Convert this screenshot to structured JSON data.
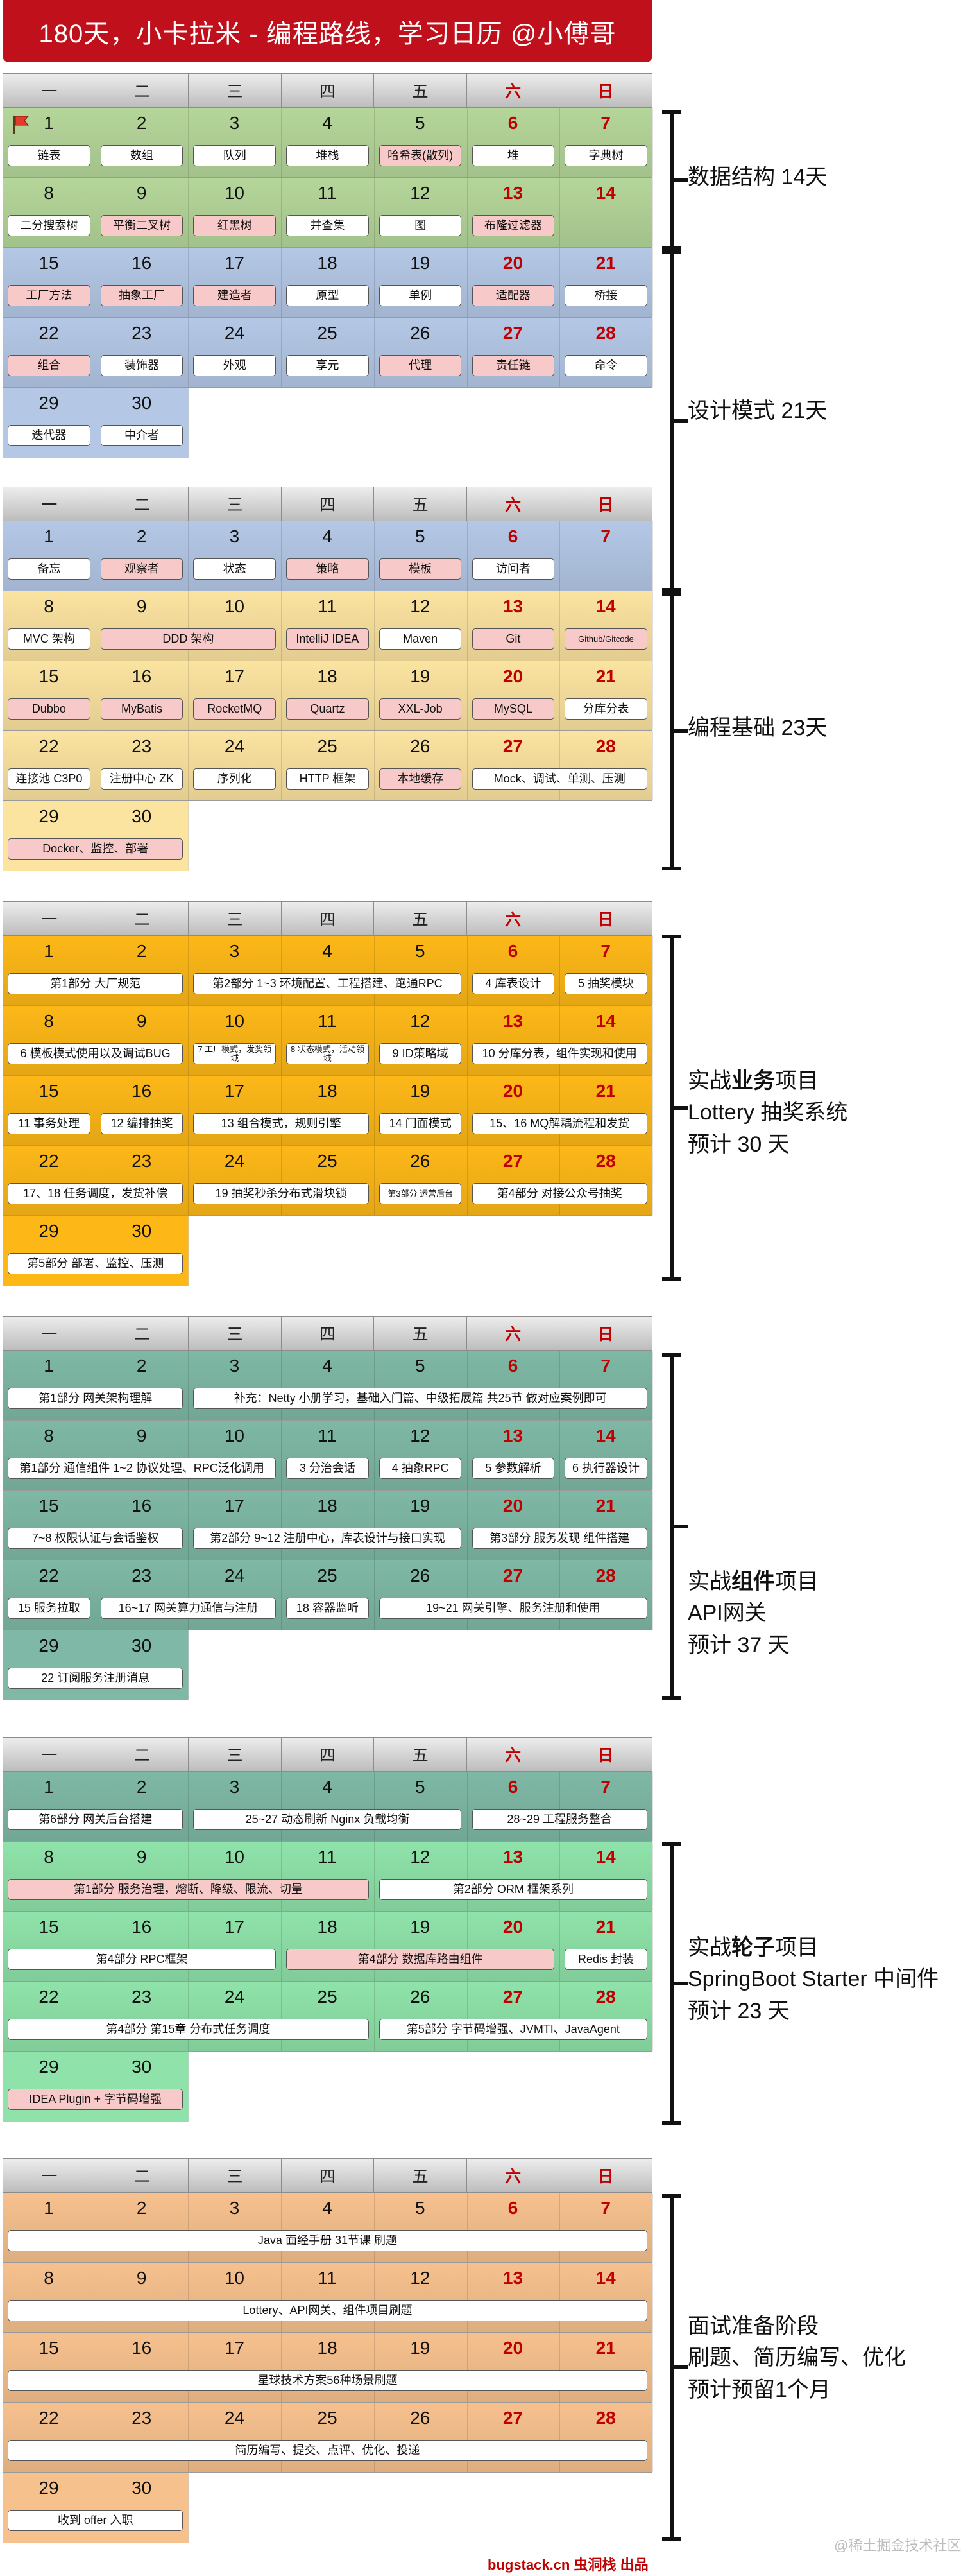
{
  "title": "180天，小卡拉米 - 编程路线，学习日历 @小傅哥",
  "weekdays": [
    "一",
    "二",
    "三",
    "四",
    "五",
    "六",
    "日"
  ],
  "phases": [
    {
      "label_lines": [
        "数据结构 14天"
      ]
    },
    {
      "label_lines": [
        "设计模式 21天"
      ]
    },
    {
      "label_lines": [
        "编程基础 23天"
      ]
    },
    {
      "label_lines": [
        "实战业务项目",
        "Lottery 抽奖系统",
        "预计 30 天"
      ],
      "bold": "业务"
    },
    {
      "label_lines": [
        "实战组件项目",
        "API网关",
        "预计 37 天"
      ],
      "bold": "组件"
    },
    {
      "label_lines": [
        "实战轮子项目",
        "SpringBoot Starter 中间件",
        "预计 23 天"
      ],
      "bold": "轮子"
    },
    {
      "label_lines": [
        "面试准备阶段",
        "刷题、简历编写、优化",
        "预计预留1个月"
      ]
    }
  ],
  "tasks": {
    "ds": [
      "链表",
      "数组",
      "队列",
      "堆栈",
      "哈希表(散列)",
      "堆",
      "字典树",
      "二分搜索树",
      "平衡二叉树",
      "红黑树",
      "并查集",
      "图",
      "布隆过滤器"
    ],
    "dp": [
      "工厂方法",
      "抽象工厂",
      "建造者",
      "原型",
      "单例",
      "适配器",
      "桥接",
      "组合",
      "装饰器",
      "外观",
      "享元",
      "代理",
      "责任链",
      "命令",
      "迭代器",
      "中介者"
    ],
    "dp2": [
      "备忘",
      "观察者",
      "状态",
      "策略",
      "模板",
      "访问者"
    ],
    "base": [
      "MVC 架构",
      "DDD 架构",
      "IntelliJ IDEA",
      "Maven",
      "Git",
      "Github/Gitcode",
      "Dubbo",
      "MyBatis",
      "RocketMQ",
      "Quartz",
      "XXL-Job",
      "MySQL",
      "分库分表",
      "连接池 C3P0",
      "注册中心 ZK",
      "序列化",
      "HTTP 框架",
      "本地缓存",
      "Mock、调试、单测、压测",
      "Docker、监控、部署"
    ],
    "lottery": [
      "第1部分 大厂规范",
      "第2部分 1~3 环境配置、工程搭建、跑通RPC",
      "4 库表设计",
      "5 抽奖模块",
      "6 模板模式使用以及调试BUG",
      "7 工厂模式，发奖领域",
      "8 状态模式，活动领域",
      "9 ID策略域",
      "10 分库分表，组件实现和使用",
      "11 事务处理",
      "12 编排抽奖",
      "13 组合模式，规则引擎",
      "14 门面模式",
      "15、16  MQ解耦流程和发货",
      "17、18 任务调度，发货补偿",
      "19 抽奖秒杀分布式滑块锁",
      "第3部分 运营后台",
      "第4部分 对接公众号抽奖",
      "第5部分 部署、监控、压测"
    ],
    "gateway": [
      "第1部分 网关架构理解",
      "补充：Netty 小册学习，基础入门篇、中级拓展篇 共25节 做对应案例即可",
      "第1部分 通信组件 1~2 协议处理、RPC泛化调用",
      "3 分治会话",
      "4 抽象RPC",
      "5 参数解析",
      "6 执行器设计",
      "7~8 权限认证与会话鉴权",
      "第2部分 9~12 注册中心，库表设计与接口实现",
      "第3部分 服务发现 组件搭建",
      "15 服务拉取",
      "16~17 网关算力通信与注册",
      "18 容器监听",
      "19~21 网关引擎、服务注册和使用",
      "22 订阅服务注册消息",
      "第6部分 网关后台搭建",
      "25~27 动态刷新 Nginx 负载均衡",
      "28~29 工程服务整合"
    ],
    "wheel": [
      "第1部分 服务治理，熔断、降级、限流、切量",
      "第2部分 ORM 框架系列",
      "第4部分 RPC框架",
      "第4部分 数据库路由组件",
      "Redis 封装",
      "第4部分 第15章 分布式任务调度",
      "第5部分 字节码增强、JVMTI、JavaAgent",
      "IDEA Plugin + 字节码增强"
    ],
    "interview": [
      "Java 面经手册 31节课 刷题",
      "Lottery、API网关、组件项目刷题",
      "星球技术方案56种场景刷题",
      "简历编写、提交、点评、优化、投递",
      "收到 offer 入职"
    ]
  },
  "footer": {
    "site": "bugstack.cn",
    "brand": "虫洞栈",
    "suffix": "出品"
  },
  "watermark": "@稀土掘金技术社区",
  "colors": {
    "banner": "#c0101c",
    "green": "#b5d69a",
    "blue": "#b4c8e6",
    "yellow": "#fbe3a0",
    "orange": "#fdb818",
    "teal": "#7fb8a6",
    "mint": "#8fe3aa",
    "peach": "#f7c18e"
  }
}
